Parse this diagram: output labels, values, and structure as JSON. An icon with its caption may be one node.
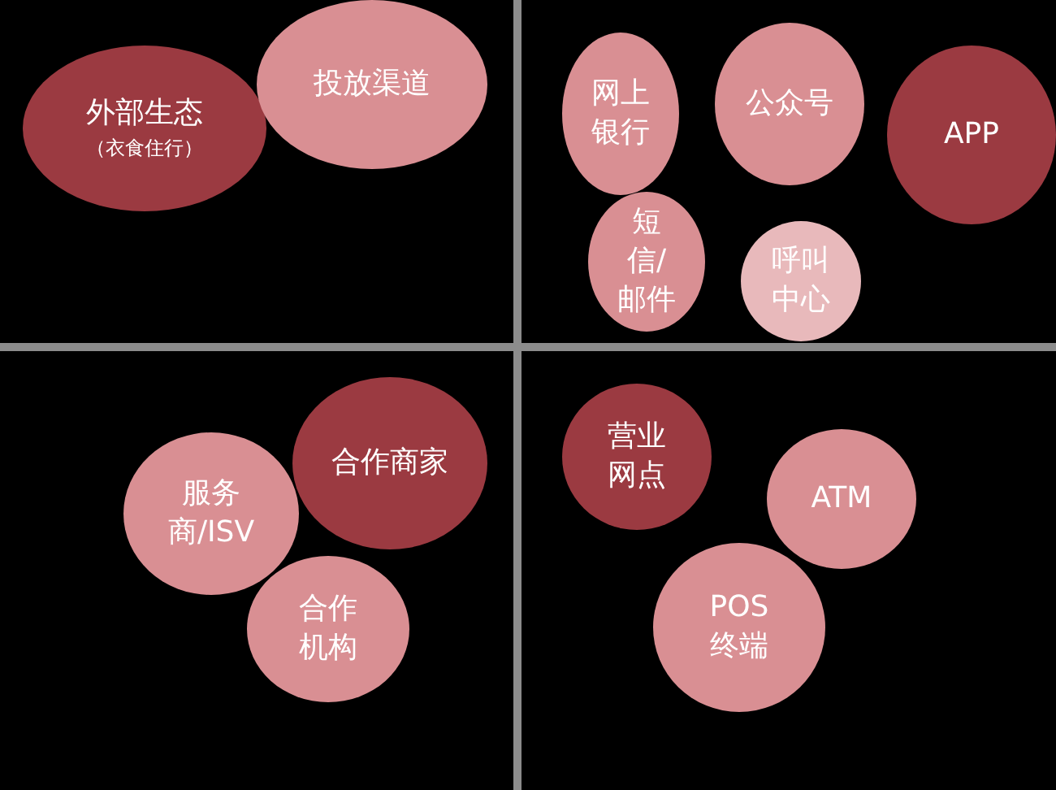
{
  "diagram": {
    "nodes": [
      {
        "text": [
          "外部生态",
          "（衣食住行）"
        ]
      },
      {
        "text": [
          "投放渠道"
        ]
      },
      {
        "text": [
          "网上银行"
        ]
      },
      {
        "text": [
          "公众号"
        ]
      },
      {
        "text": [
          "APP"
        ]
      },
      {
        "text": [
          "短信/邮件"
        ]
      },
      {
        "text": [
          "呼叫中心"
        ]
      },
      {
        "text": [
          "服务商/ISV"
        ]
      },
      {
        "text": [
          "合作商家"
        ]
      },
      {
        "text": [
          "合作机构"
        ]
      },
      {
        "text": [
          "营业网点"
        ]
      },
      {
        "text": [
          "ATM"
        ]
      },
      {
        "text": [
          "POS终端"
        ]
      }
    ]
  }
}
